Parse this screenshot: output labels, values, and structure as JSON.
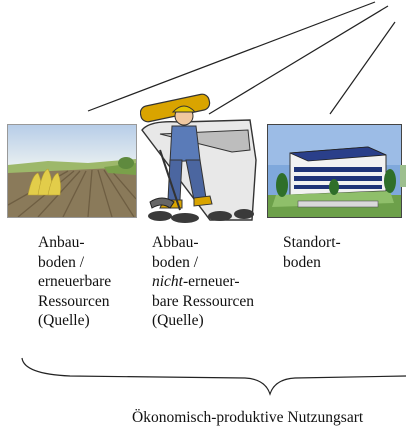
{
  "categories": [
    {
      "id": "anbau",
      "label": "Anbau-\nboden /\nerneuerbare\nRessourcen\n(Quelle)",
      "icon": "farmland-icon"
    },
    {
      "id": "abbau",
      "prefix": "Abbau-\nboden /\n",
      "italic": "nicht",
      "suffix": "-erneuer-\nbare Ressourcen\n(Quelle)",
      "icon": "miner-icon"
    },
    {
      "id": "standort",
      "label": "Standort-\nboden",
      "icon": "building-icon"
    }
  ],
  "footer": "Ökonomisch-produktive Nutzungsart"
}
